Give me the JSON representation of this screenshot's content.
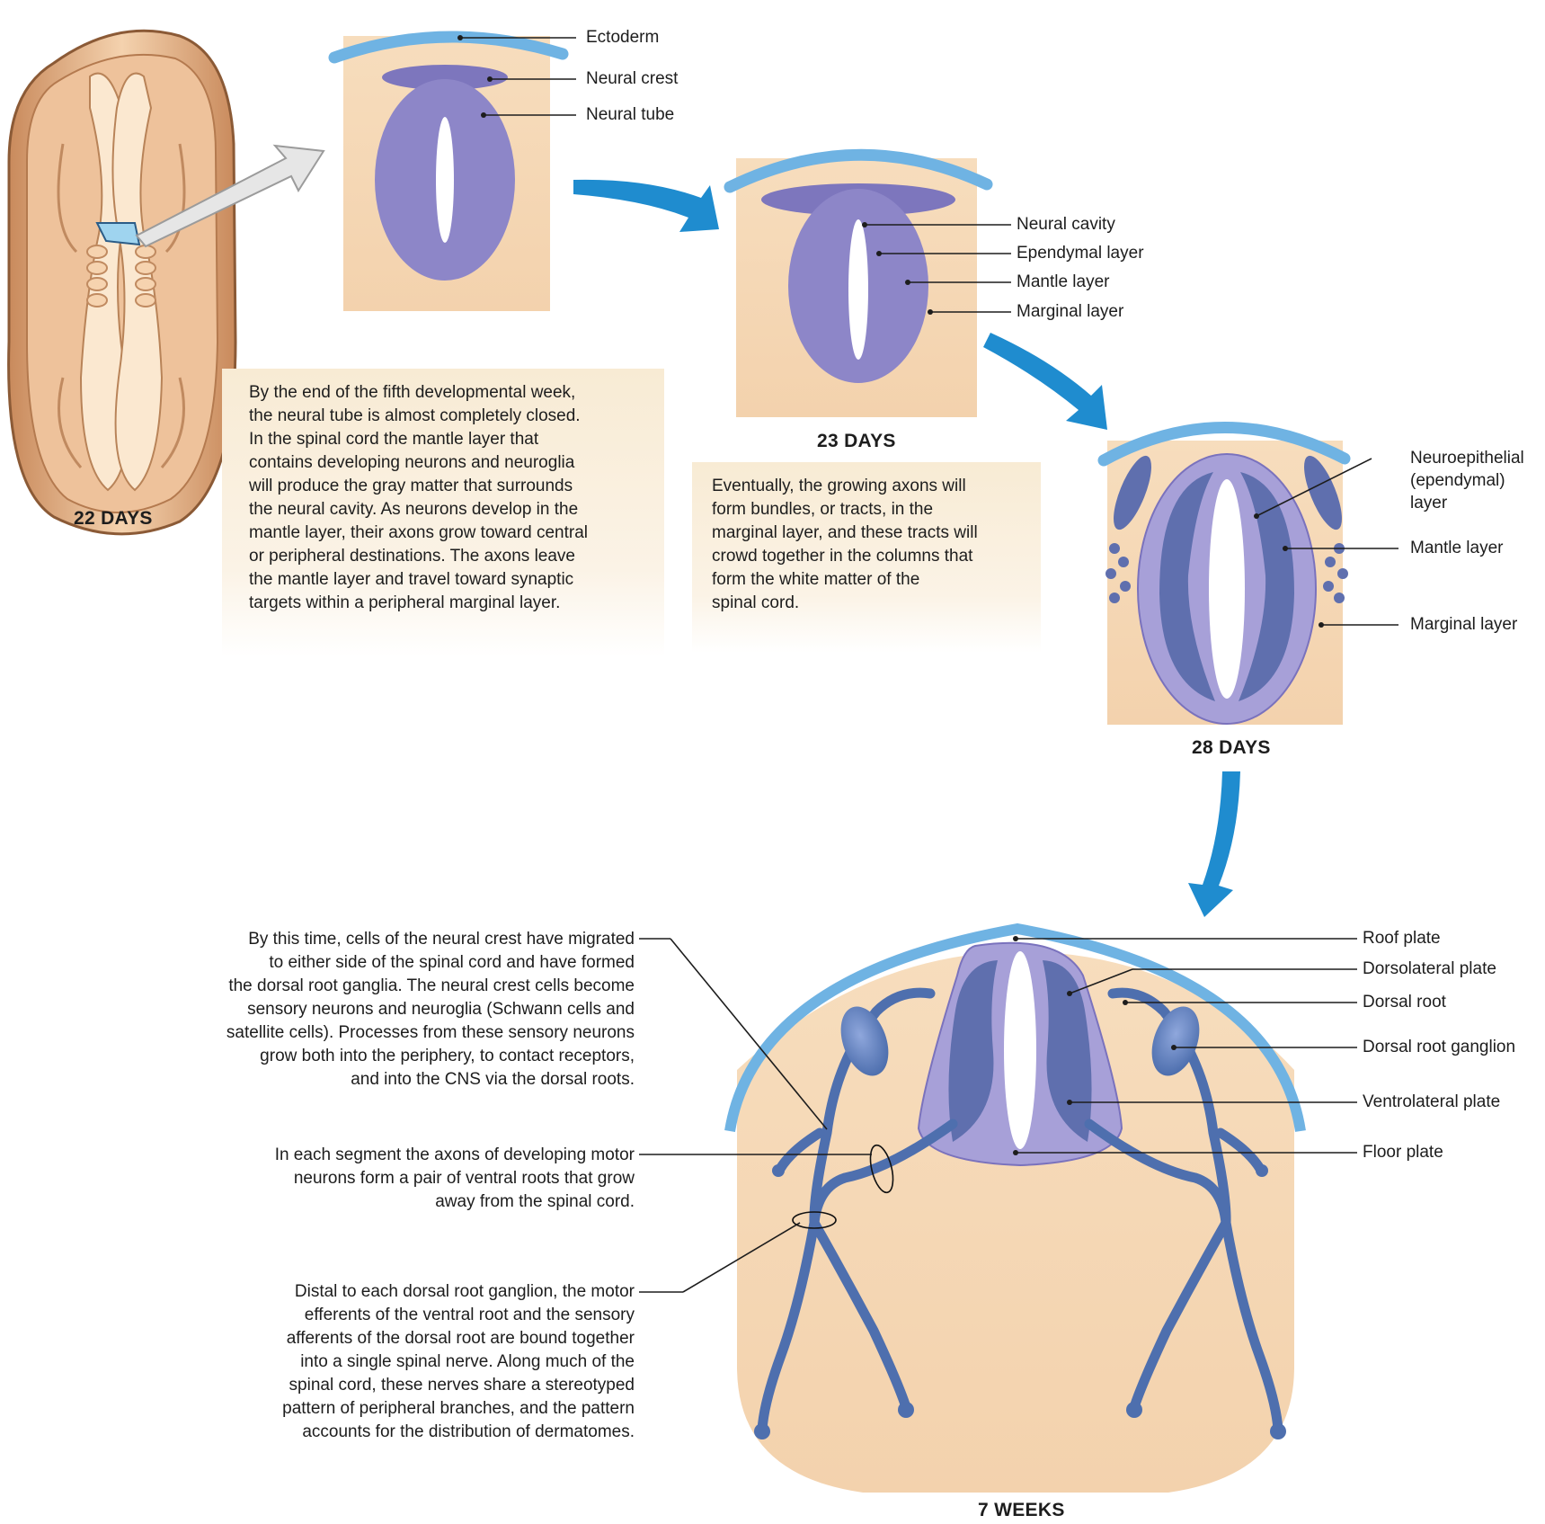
{
  "stages": {
    "d22": "22 DAYS",
    "d23": "23 DAYS",
    "d28": "28 DAYS",
    "w7": "7 WEEKS"
  },
  "labels": {
    "ectoderm": "Ectoderm",
    "neural_crest": "Neural crest",
    "neural_tube": "Neural tube",
    "neural_cavity": "Neural cavity",
    "ependymal_layer": "Ependymal layer",
    "mantle_layer_23": "Mantle layer",
    "marginal_layer_23": "Marginal layer",
    "neuroepithelial": [
      "Neuroepithelial",
      "(ependymal)",
      "layer"
    ],
    "mantle_layer_28": "Mantle layer",
    "marginal_layer_28": "Marginal layer",
    "roof_plate": "Roof plate",
    "dorsolateral_plate": "Dorsolateral plate",
    "dorsal_root": "Dorsal root",
    "dorsal_root_ganglion": "Dorsal root ganglion",
    "ventrolateral_plate": "Ventrolateral plate",
    "floor_plate": "Floor plate"
  },
  "text_boxes": {
    "fifth_week": [
      "By the end of the fifth developmental week,",
      "the neural tube is almost completely closed.",
      "In the spinal cord the mantle layer that",
      "contains developing neurons and neuroglia",
      "will produce the gray matter that surrounds",
      "the neural cavity.  As neurons develop in the",
      "mantle layer, their axons grow toward central",
      "or peripheral destinations. The axons leave",
      "the mantle layer and travel toward synaptic",
      "targets within a peripheral marginal layer."
    ],
    "eventually": [
      "Eventually, the growing axons will",
      "form bundles, or tracts, in the",
      "marginal layer, and these tracts will",
      "crowd together in the columns that",
      "form the white matter of the",
      "spinal cord."
    ]
  },
  "notes": {
    "neural_crest_migration": [
      "By this time, cells of the neural crest have migrated",
      "to either side of the spinal cord and have formed",
      "the dorsal root ganglia. The neural crest cells become",
      "sensory neurons and neuroglia (Schwann cells and",
      "satellite cells). Processes from these sensory neurons",
      "grow both into the periphery, to contact receptors,",
      "and into the CNS via the dorsal roots."
    ],
    "ventral_roots": [
      "In each segment the axons of developing motor",
      "neurons form a pair of ventral roots that grow",
      "away from the spinal cord."
    ],
    "spinal_nerve": [
      "Distal to each dorsal root ganglion, the motor",
      "efferents of the ventral root and the sensory",
      "afferents of the dorsal root are bound together",
      "into a single spinal nerve. Along much of the",
      "spinal cord, these nerves share a stereotyped",
      "pattern of peripheral branches, and the pattern",
      "accounts for the distribution of dermatomes."
    ]
  },
  "colors": {
    "tissue": "#f5d9b8",
    "neural": "#8d86c8",
    "neural_dark": "#5f6fae",
    "marginal": "#a7a0d8",
    "nerve": "#4e6fae",
    "ectoderm": "#6fb3e3",
    "arrow": "#1f8ccf",
    "embryo": "#e8b98f",
    "text_box": "#f8ebd4"
  }
}
